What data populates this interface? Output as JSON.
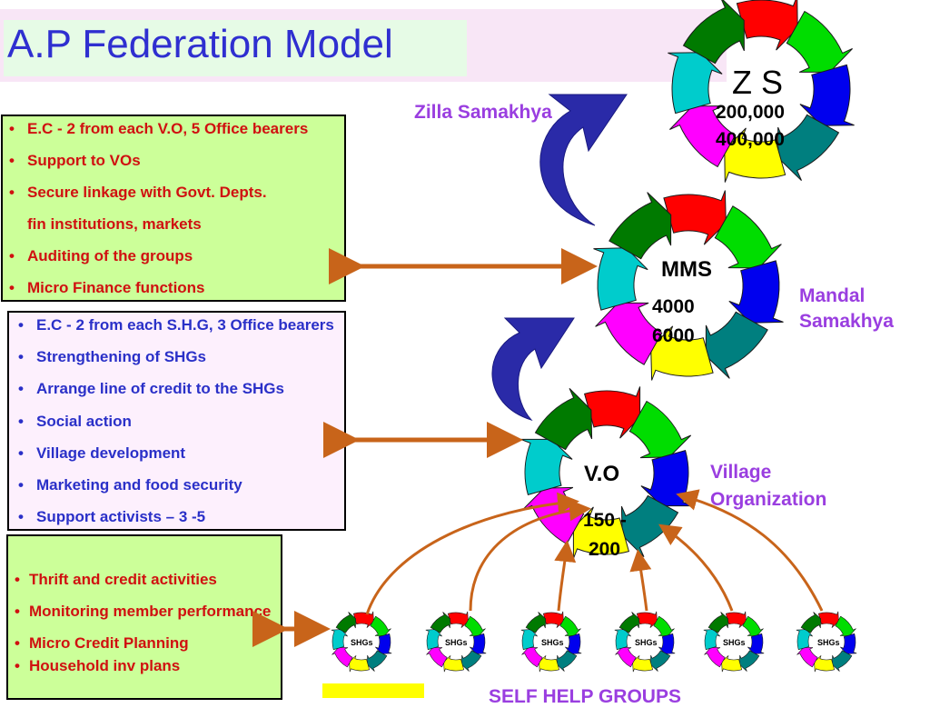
{
  "title": "A.P Federation Model",
  "levels": {
    "zilla": {
      "ring_name": "Z S",
      "members_min": "200,000",
      "members_max": "400,000",
      "label": "Zilla Samakhya"
    },
    "mandal": {
      "ring_name": "MMS",
      "members_min": "4000",
      "members_max": "6000",
      "label_line1": "Mandal",
      "label_line2": "Samakhya"
    },
    "village": {
      "ring_name": "V.O",
      "members_line1": "150 -",
      "members_line2": "200",
      "label_line1": "Village",
      "label_line2": "Organization"
    }
  },
  "zilla_functions": [
    "E.C - 2 from each V.O, 5 Office bearers",
    "Support to  VOs",
    "Secure linkage with Govt.  Depts.",
    "fin institutions, markets",
    "Auditing of the groups",
    "Micro Finance functions"
  ],
  "mandal_functions": [
    "E.C - 2 from each S.H.G, 3 Office  bearers",
    "Strengthening of SHGs",
    "Arrange line of credit to the SHGs",
    "Social action",
    "Village development",
    "Marketing and food security",
    "Support activists – 3 -5"
  ],
  "shg_functions": [
    "Thrift and credit activities",
    "Monitoring member performance",
    "Micro Credit Planning",
    "Household inv plans"
  ],
  "shg_groups": [
    "SHGs",
    "SHGs",
    "SHGs",
    "SHGs",
    "SHGs",
    "SHGs"
  ],
  "footer_label": "SELF HELP GROUPS",
  "colors": {
    "title": "#2f2fd0",
    "zilla_text": "#d01010",
    "mandal_text": "#2a30c8",
    "level_labels": "#9a3ee0",
    "connector": "#c8641a",
    "flow_arrow": "#2a2aa8",
    "ring_segments": [
      "#ff0000",
      "#00dd00",
      "#0000ee",
      "#007f7f",
      "#ffff00",
      "#ff00ff",
      "#00cccc",
      "#007a00"
    ]
  }
}
